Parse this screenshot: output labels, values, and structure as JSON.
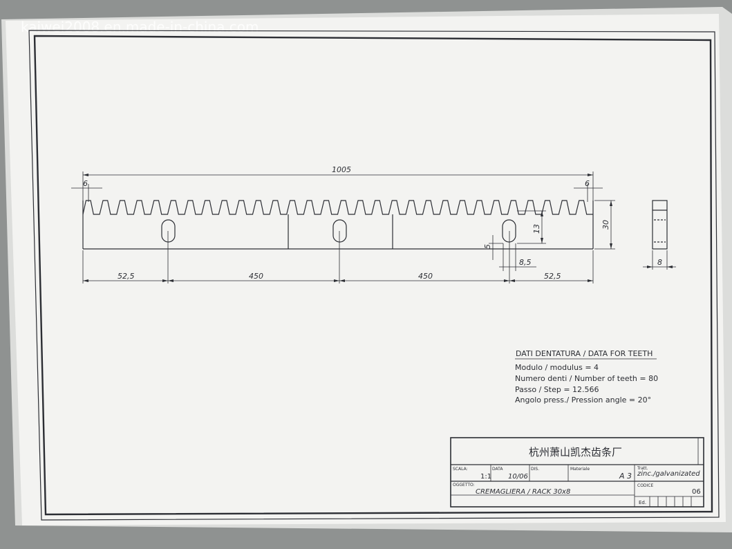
{
  "watermark": "kaiwei2008.en.made-in-china.com",
  "dimensions": {
    "overall_length": "1005",
    "left_offset": "6",
    "right_offset": "6",
    "height": "30",
    "slot_height": "13",
    "slot_offset": "5",
    "slot_width": "8,5",
    "spacing_left": "52,5",
    "spacing_mid1": "450",
    "spacing_mid2": "450",
    "spacing_right": "52,5",
    "thickness": "8"
  },
  "teeth_data": {
    "title": "DATI DENTATURA / DATA FOR TEETH",
    "modulus": "Modulo / modulus = 4",
    "teeth": "Numero denti / Number of teeth = 80",
    "step": "Passo / Step = 12.566",
    "angle": "Angolo press./ Pression angle = 20°"
  },
  "title_block": {
    "company": "杭州萧山凯杰齿条厂",
    "scale_label": "SCALA:",
    "scale_value": "1:1",
    "date_label": "DATA",
    "date_value": "10/06",
    "drawn_label": "DIS.",
    "material_label": "Materiale",
    "format_value": "A 3",
    "treatment_label": "Tratt.",
    "treatment_value": "zinc./galvanizated",
    "object_label": "OGGETTO:",
    "object_value": "CREMAGLIERA / RACK 30x8",
    "code_label": "CODICE",
    "code_value": "06",
    "edition_label": "Ed."
  },
  "colors": {
    "paper": "#f3f3f1",
    "ink": "#2b2d33",
    "background": "#8f9291"
  }
}
